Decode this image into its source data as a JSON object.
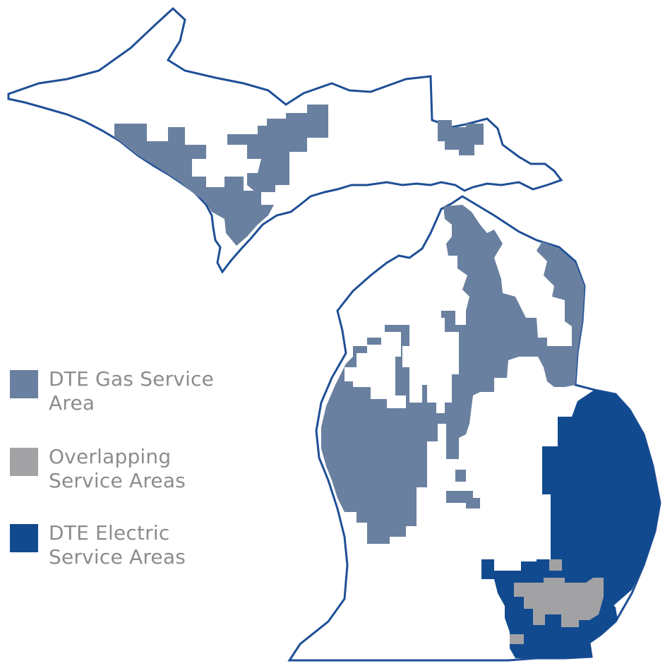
{
  "colors": {
    "outline": "#1f4f96",
    "gas": "#6a80a0",
    "overlap": "#a2a2a4",
    "electric": "#124a8f",
    "legend_text": "#8c8c8c"
  },
  "legend": [
    {
      "label": "DTE Gas Service Area",
      "color": "#6a80a0"
    },
    {
      "label": "Overlapping Service Areas",
      "color": "#a2a2a4"
    },
    {
      "label": "DTE Electric Service Areas",
      "color": "#124a8f"
    }
  ]
}
